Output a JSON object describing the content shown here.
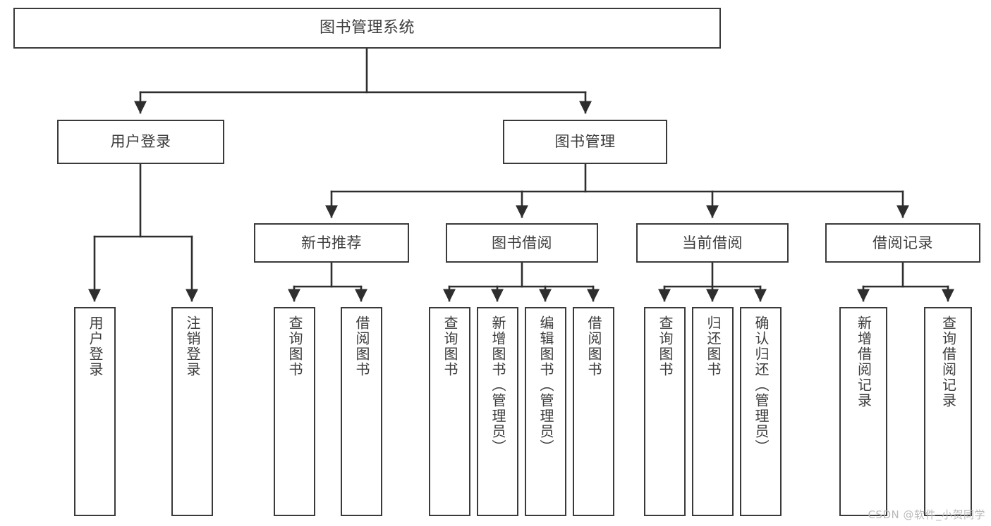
{
  "diagram": {
    "type": "tree",
    "title": "图书管理系统",
    "theme": {
      "background": "#ffffff",
      "box_border": "#3a3a3a",
      "box_fill": "#ffffff",
      "text": "#3d3d3d",
      "connector": "#2e2e2e",
      "watermark": "#b9b9b9"
    },
    "root": {
      "label": "图书管理系统"
    },
    "level1": [
      {
        "label": "用户登录"
      },
      {
        "label": "图书管理"
      }
    ],
    "level2": [
      {
        "label": "新书推荐"
      },
      {
        "label": "图书借阅"
      },
      {
        "label": "当前借阅"
      },
      {
        "label": "借阅记录"
      }
    ],
    "leaves": {
      "user_login": [
        {
          "label": "用户登录"
        },
        {
          "label": "注销登录"
        }
      ],
      "new_book_recommend": [
        {
          "label": "查询图书"
        },
        {
          "label": "借阅图书"
        }
      ],
      "book_borrow": [
        {
          "label": "查询图书"
        },
        {
          "label": "新增图书（管理员）"
        },
        {
          "label": "编辑图书（管理员）"
        },
        {
          "label": "借阅图书"
        }
      ],
      "current_borrow": [
        {
          "label": "查询图书"
        },
        {
          "label": "归还图书"
        },
        {
          "label": "确认归还（管理员）"
        }
      ],
      "borrow_record": [
        {
          "label": "新增借阅记录"
        },
        {
          "label": "查询借阅记录"
        }
      ]
    }
  },
  "watermark": {
    "text": "CSDN @软件_小贺同学"
  }
}
